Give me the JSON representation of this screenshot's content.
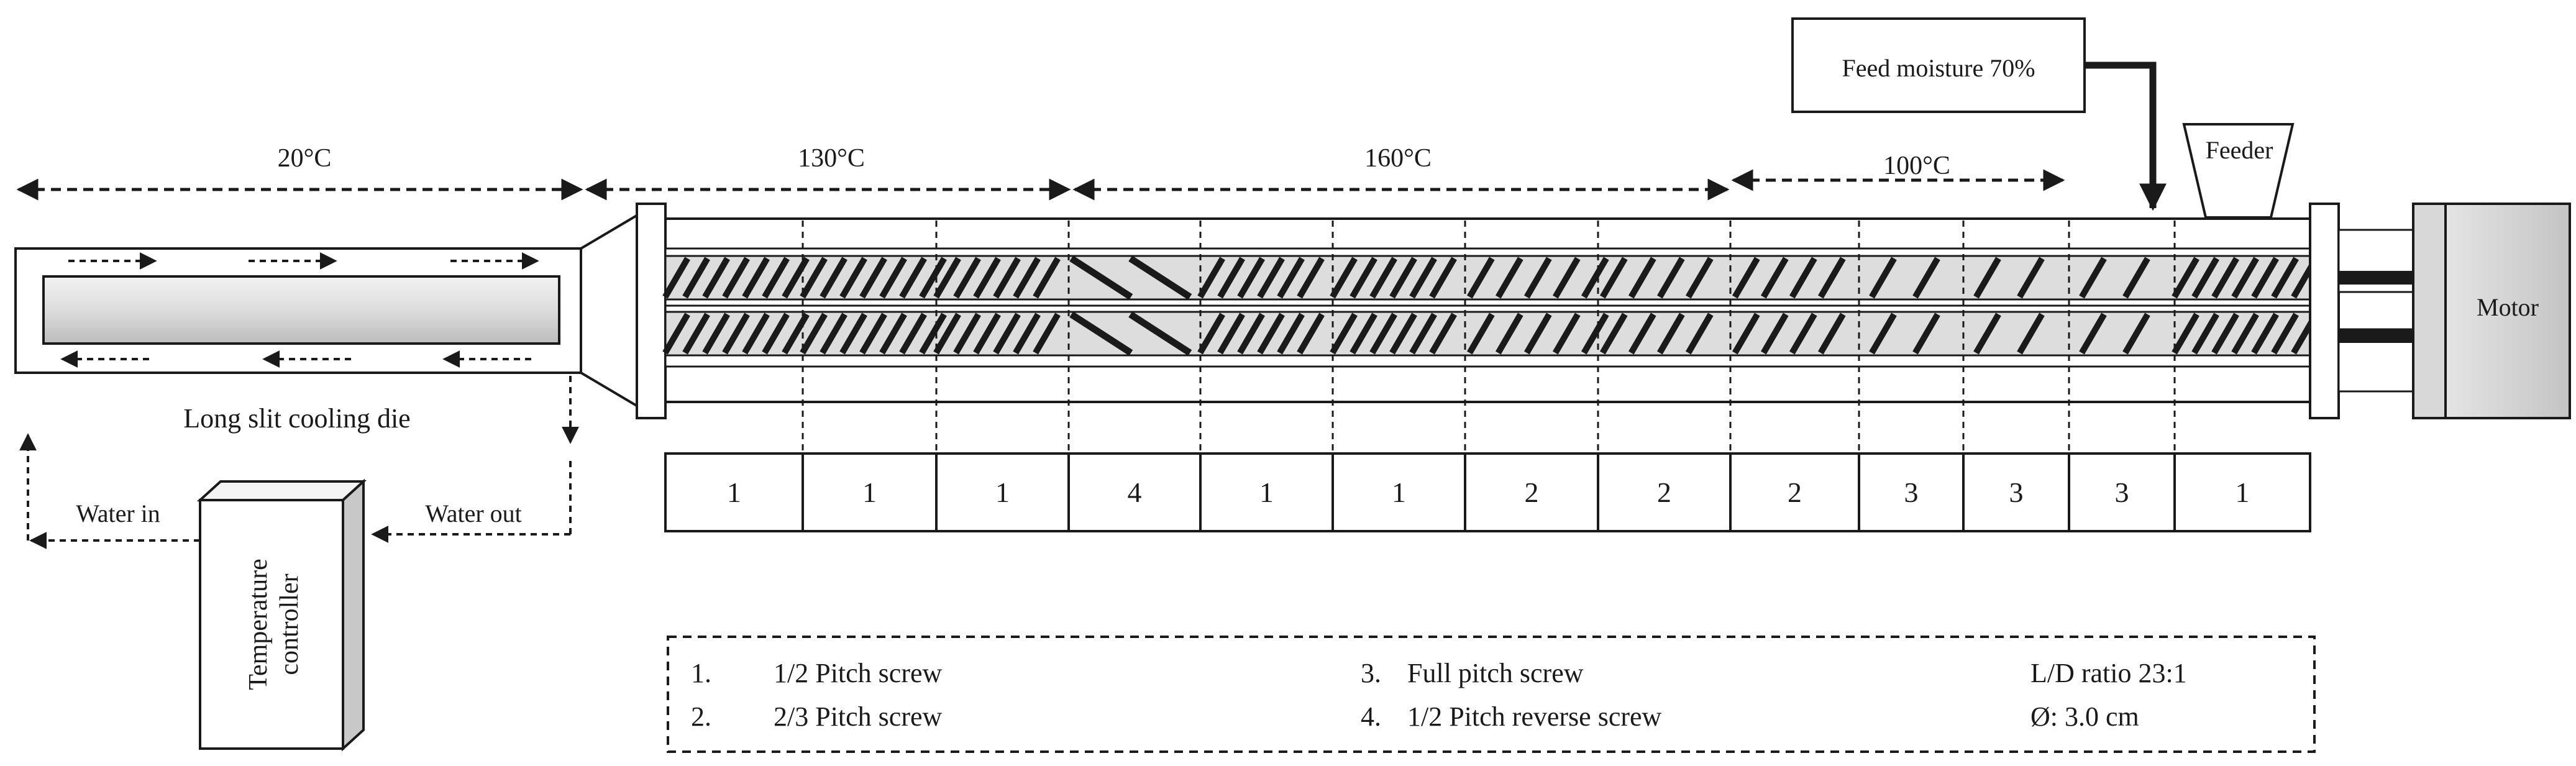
{
  "temperatures": {
    "die": "20°C",
    "zone_a": "130°C",
    "zone_b": "160°C",
    "zone_c": "100°C"
  },
  "feed_moisture": "Feed moisture 70%",
  "feeder": "Feeder",
  "motor": "Motor",
  "die_label": "Long slit cooling die",
  "water_in": "Water in",
  "water_out": "Water out",
  "controller": [
    "Temperature",
    "controller"
  ],
  "screw_sections": [
    "1",
    "1",
    "1",
    "4",
    "1",
    "1",
    "2",
    "2",
    "2",
    "3",
    "3",
    "3",
    "1"
  ],
  "legend": {
    "items": [
      {
        "num": "1.",
        "text": "1/2 Pitch screw"
      },
      {
        "num": "2.",
        "text": "2/3 Pitch screw"
      },
      {
        "num": "3.",
        "text": "Full pitch screw"
      },
      {
        "num": "4.",
        "text": "1/2 Pitch reverse screw"
      }
    ],
    "ld_ratio": "L/D ratio 23:1",
    "diameter": "Ø: 3.0 cm"
  }
}
